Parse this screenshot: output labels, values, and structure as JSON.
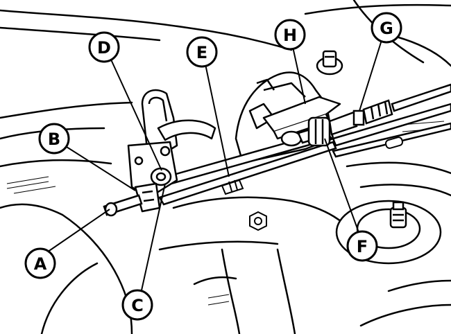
{
  "diagram": {
    "callouts": [
      {
        "id": "A",
        "label": "A"
      },
      {
        "id": "B",
        "label": "B"
      },
      {
        "id": "C",
        "label": "C"
      },
      {
        "id": "D",
        "label": "D"
      },
      {
        "id": "E",
        "label": "E"
      },
      {
        "id": "F",
        "label": "F"
      },
      {
        "id": "G",
        "label": "G"
      },
      {
        "id": "H",
        "label": "H"
      }
    ],
    "colors": {
      "ink": "#000000",
      "paper": "#ffffff",
      "shade": "#e6e6e6"
    }
  }
}
